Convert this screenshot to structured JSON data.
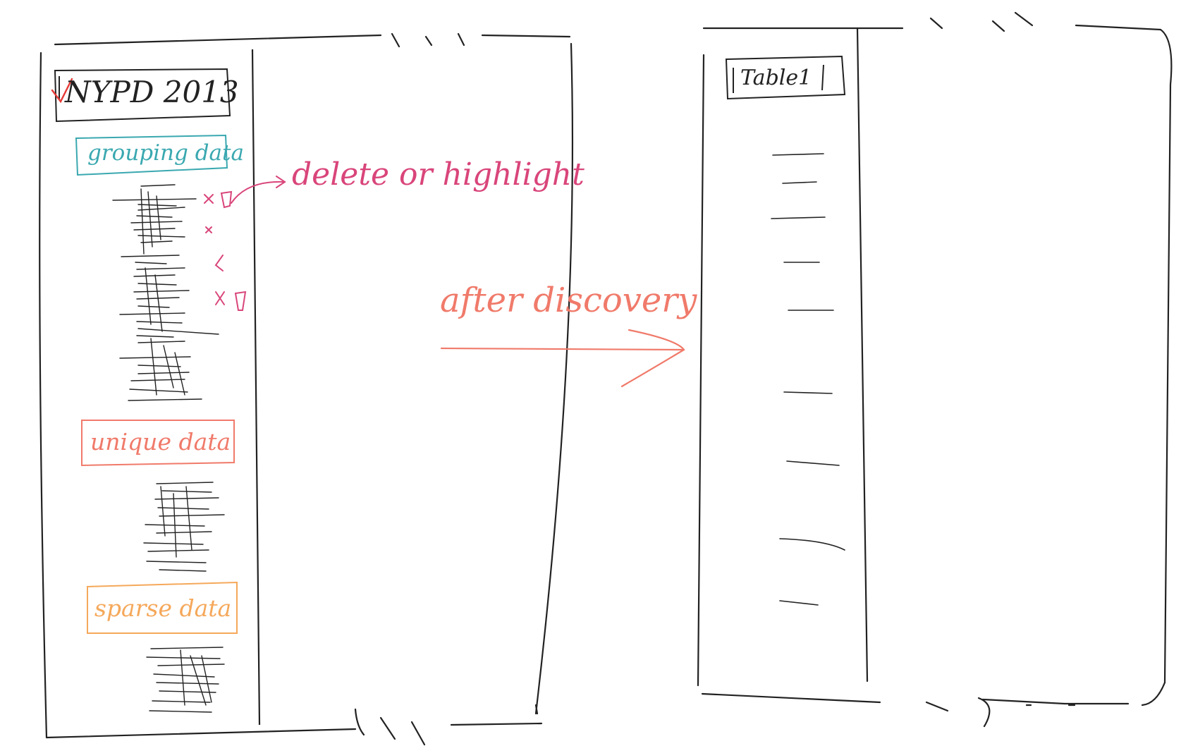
{
  "left_panel": {
    "dataset_label": "NYPD 2013",
    "sections": [
      {
        "label": "grouping data",
        "color": "#3aa8b0"
      },
      {
        "label": "unique data",
        "color": "#f07a6a"
      },
      {
        "label": "sparse data",
        "color": "#f5a85a"
      }
    ]
  },
  "annotation": {
    "action_text": "delete or highlight",
    "action_color": "#d9457a",
    "transition_text": "after discovery",
    "transition_color": "#f07a6a"
  },
  "right_panel": {
    "table_label": "Table1"
  },
  "colors": {
    "ink": "#222222",
    "pink": "#d9457a",
    "red": "#e53935"
  }
}
